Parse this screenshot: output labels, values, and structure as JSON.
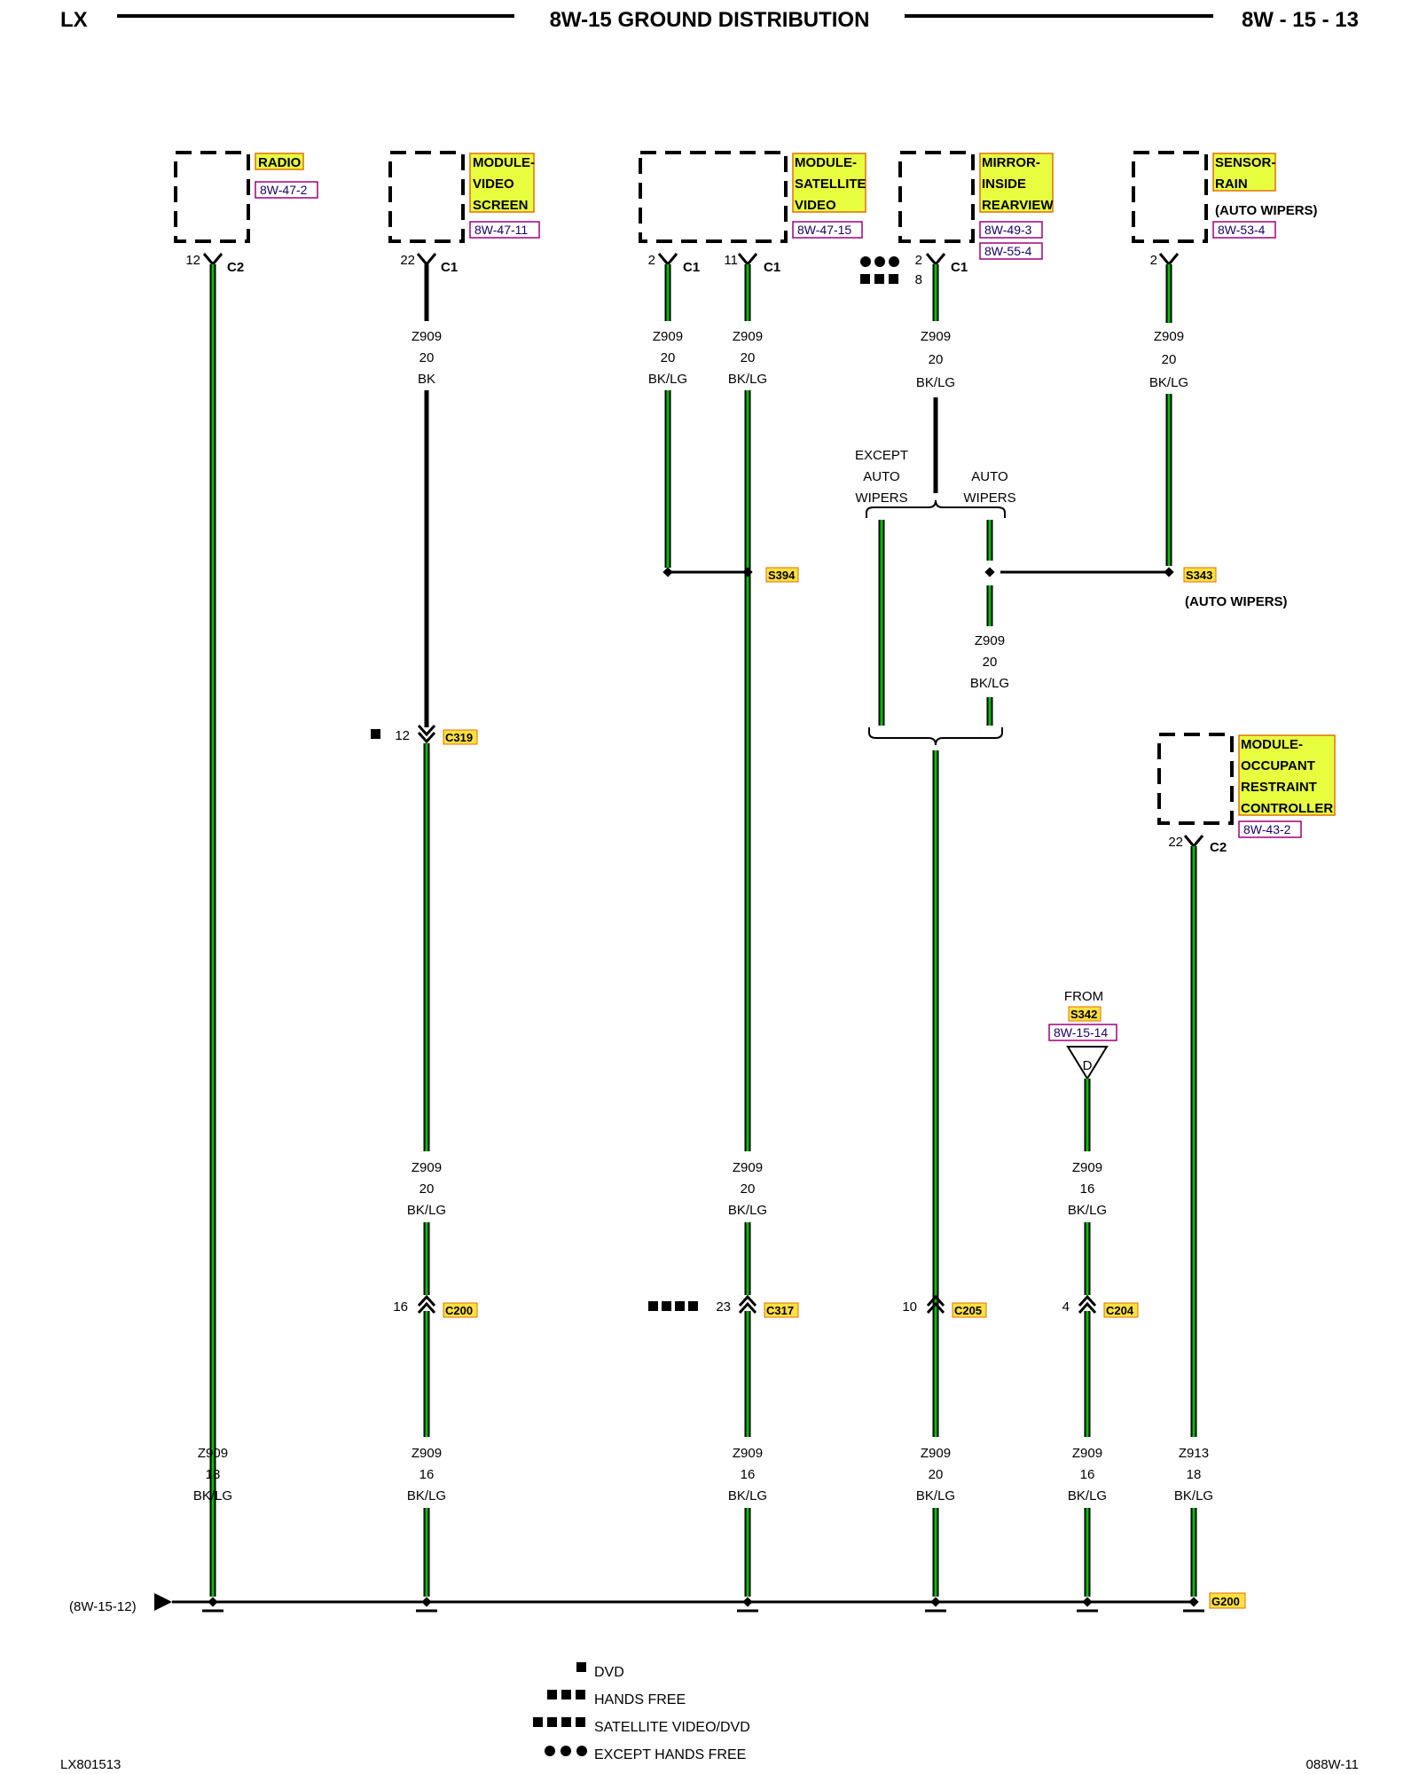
{
  "header": {
    "left": "LX",
    "title": "8W-15 GROUND DISTRIBUTION",
    "page": "8W - 15 - 13"
  },
  "components": {
    "radio": {
      "line1": "RADIO",
      "ref": "8W-47-2",
      "pin": "12",
      "connector": "C2"
    },
    "video_screen": {
      "line1": "MODULE-",
      "line2": "VIDEO",
      "line3": "SCREEN",
      "ref": "8W-47-11",
      "pin": "22",
      "connector": "C1"
    },
    "satellite_video": {
      "line1": "MODULE-",
      "line2": "SATELLITE",
      "line3": "VIDEO",
      "ref": "8W-47-15",
      "pin_a": "2",
      "conn_a": "C1",
      "pin_b": "11",
      "conn_b": "C1"
    },
    "mirror": {
      "line1": "MIRROR-",
      "line2": "INSIDE",
      "line3": "REARVIEW",
      "ref1": "8W-49-3",
      "ref2": "8W-55-4",
      "pin_a": "2",
      "pin_b": "8",
      "connector": "C1"
    },
    "sensor_rain": {
      "line1": "SENSOR-",
      "line2": "RAIN",
      "note": "(AUTO WIPERS)",
      "ref": "8W-53-4",
      "pin": "2"
    },
    "occupant": {
      "line1": "MODULE-",
      "line2": "OCCUPANT",
      "line3": "RESTRAINT",
      "line4": "CONTROLLER",
      "ref": "8W-43-2",
      "pin": "22",
      "connector": "C2"
    }
  },
  "wires": {
    "z909": "Z909",
    "z913": "Z913",
    "g20": "20",
    "g18": "18",
    "g16": "16",
    "bk": "BK",
    "bklg": "BK/LG"
  },
  "options": {
    "except_line1": "EXCEPT",
    "auto": "AUTO",
    "wipers": "WIPERS",
    "auto_wipers_note": "(AUTO WIPERS)"
  },
  "splices": {
    "s394": "S394",
    "s343": "S343",
    "s342_from": "FROM",
    "s342": "S342",
    "s342_ref": "8W-15-14",
    "s342_symbol": "D"
  },
  "connectors": {
    "c319": {
      "name": "C319",
      "pin": "12"
    },
    "c200": {
      "name": "C200",
      "pin": "16"
    },
    "c317": {
      "name": "C317",
      "pin": "23"
    },
    "c205": {
      "name": "C205",
      "pin": "10"
    },
    "c204": {
      "name": "C204",
      "pin": "4"
    }
  },
  "ground": {
    "name": "G200",
    "from_ref": "(8W-15-12)"
  },
  "legend": [
    {
      "label": "DVD",
      "icon": "filled-square-1"
    },
    {
      "label": "HANDS FREE",
      "icon": "filled-square-3"
    },
    {
      "label": "SATELLITE VIDEO/DVD",
      "icon": "filled-square-4"
    },
    {
      "label": "EXCEPT HANDS FREE",
      "icon": "filled-circle-3"
    }
  ],
  "footer": {
    "left": "LX801513",
    "right": "088W-11"
  },
  "colors": {
    "wire_green": "#00c000",
    "wire_black": "#000000",
    "highlight_yellow": "#e8ff40",
    "highlight_border": "#e07000",
    "ref_border": "#a0007a",
    "splice_fill": "#ffe040"
  }
}
